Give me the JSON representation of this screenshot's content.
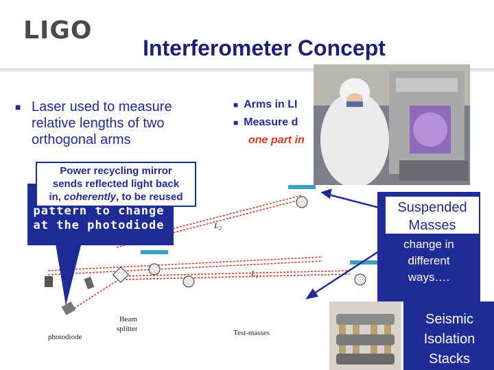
{
  "header": {
    "logo": "LIGO",
    "title": "Interferometer Concept"
  },
  "left_bullet": {
    "text": "Laser used to measure relative  lengths of two orthogonal arms"
  },
  "right_bullets": [
    {
      "text": "Arms in LI"
    },
    {
      "text": "Measure  d",
      "continuation": "one part in"
    }
  ],
  "diagram": {
    "label_photodiode": "photodiode",
    "label_beam_splitter_1": "Beam",
    "label_beam_splitter_2": "splitter",
    "label_test_masses": "Test-masses",
    "label_l1": "L",
    "label_l1_sub": "1",
    "label_l2": "L",
    "label_l2_sub": "2"
  },
  "callouts": {
    "power_recycling_line1": "Power recycling mirror",
    "power_recycling_line2": "sends reflected light back",
    "power_recycling_line3_prefix": "in, ",
    "power_recycling_line3_em": "coherently",
    "power_recycling_line3_suffix": ", to be reused",
    "pattern_line1": "pattern to change",
    "pattern_line2": "at the photodiode",
    "suspended_line1": "Suspended",
    "suspended_line2": "Masses",
    "change_line1": "change in",
    "change_line2": "different",
    "change_line3": "ways….",
    "seismic_line1": "Seismic",
    "seismic_line2": "Isolation",
    "seismic_line3": "Stacks"
  },
  "colors": {
    "title": "#1c1f72",
    "bullet": "#1f2b96",
    "accent_red": "#d8381a",
    "callout_blue": "#1f2b96",
    "laser": "#d83a2a"
  }
}
